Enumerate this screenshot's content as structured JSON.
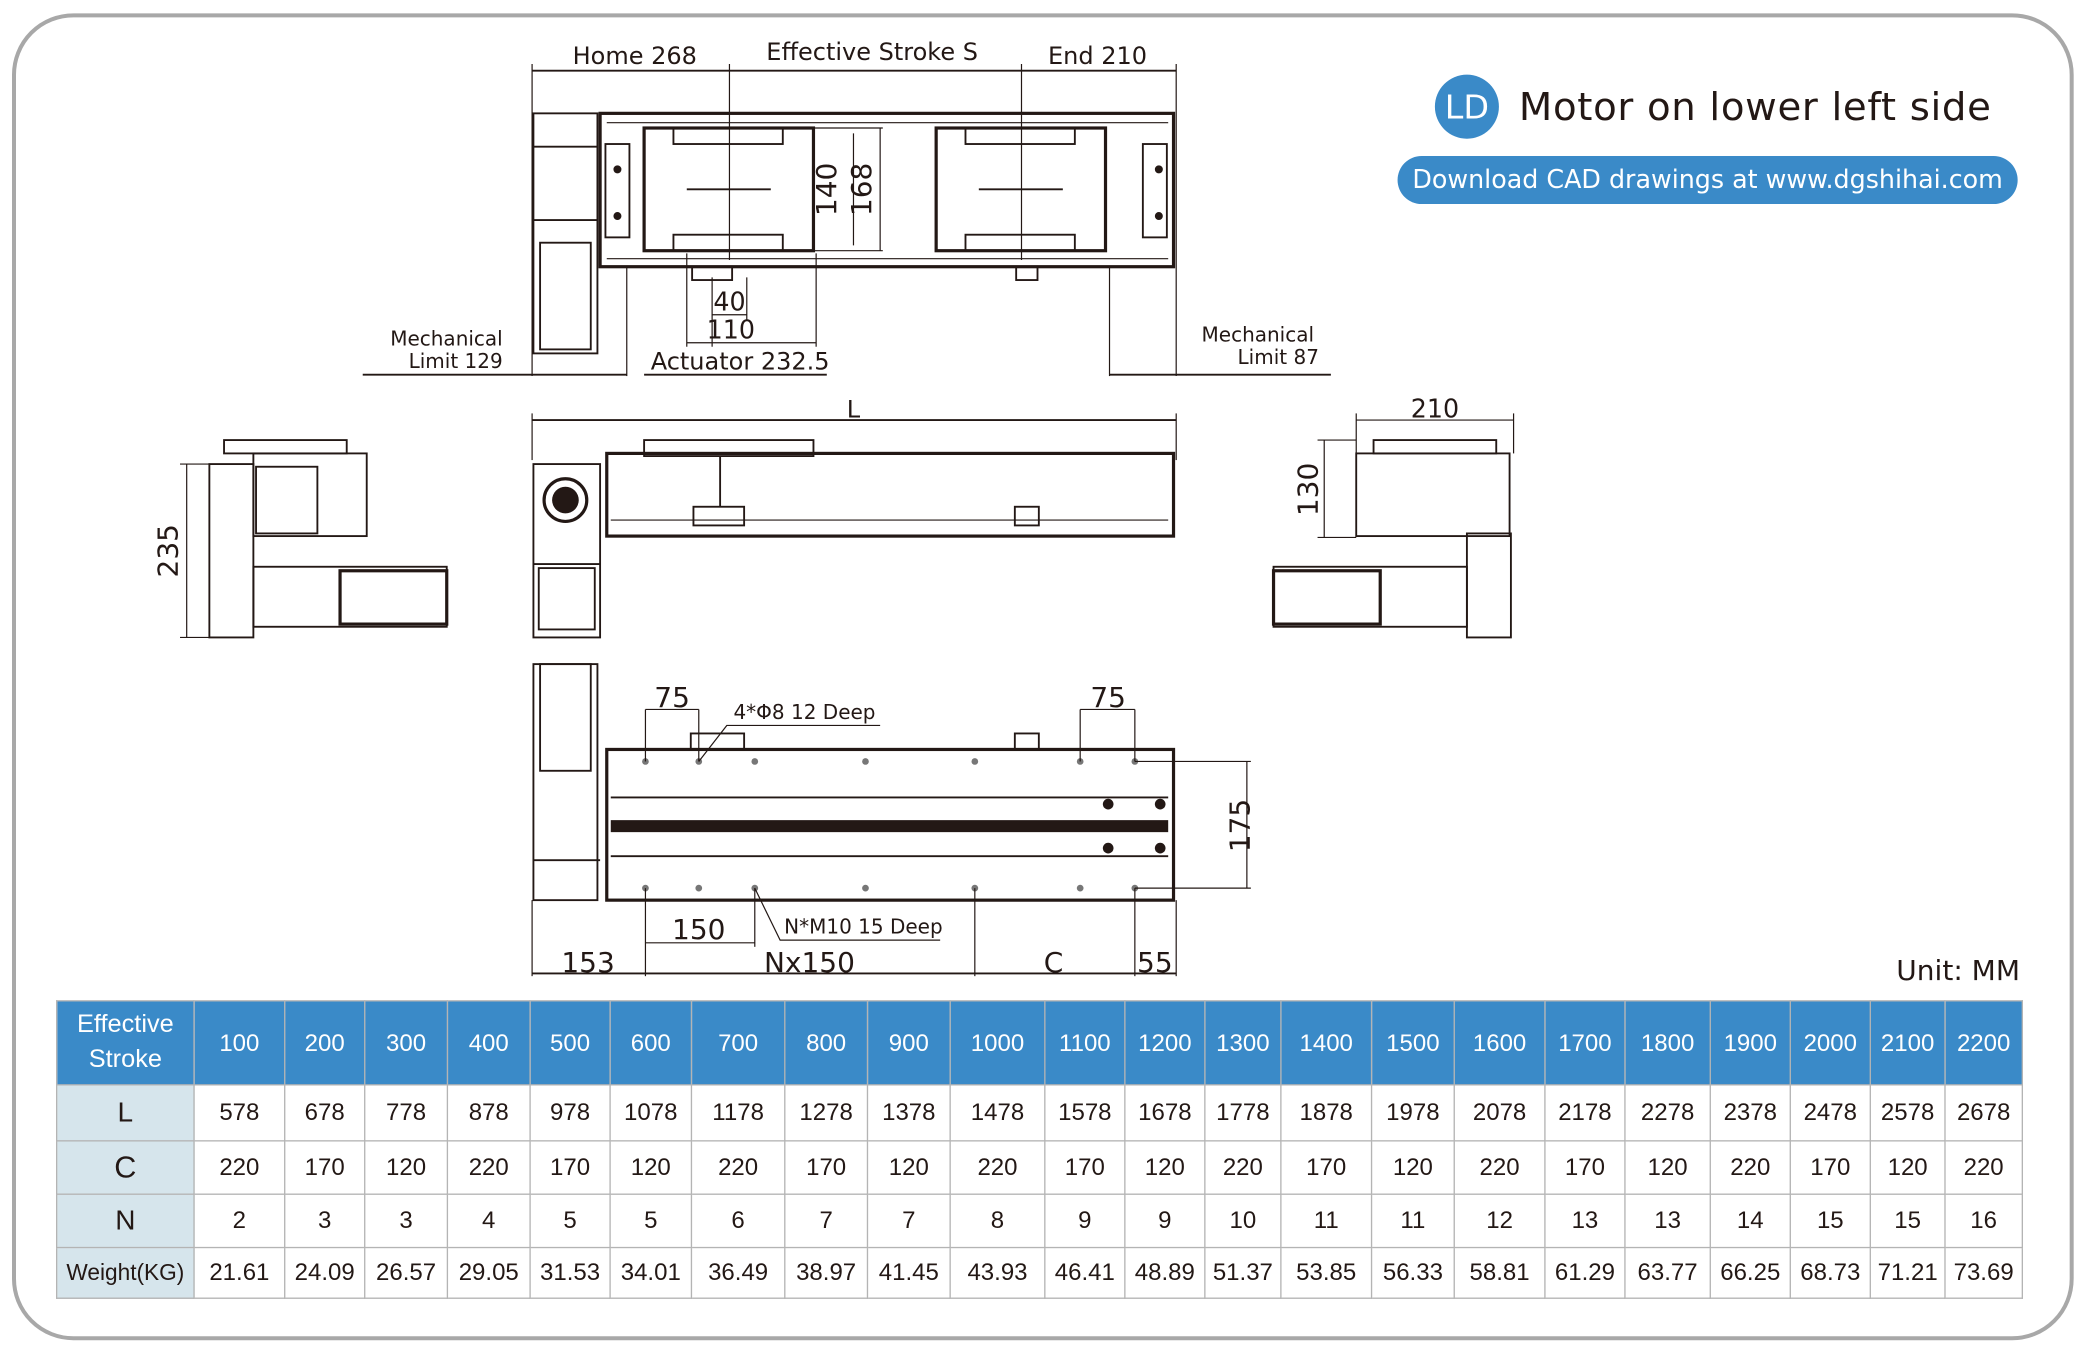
{
  "header": {
    "badge": "LD",
    "title": "Motor on lower left side",
    "cad_link": "Download CAD drawings at www.dgshihai.com",
    "unit": "Unit: MM",
    "accent_color": "#3a8ac8"
  },
  "drawing": {
    "top_view": {
      "home": "Home 268",
      "stroke": "Effective Stroke S",
      "end": "End 210",
      "dim_140": "140",
      "dim_168": "168",
      "dim_40": "40",
      "dim_110": "110",
      "actuator": "Actuator 232.5",
      "mech_limit_left_1": "Mechanical",
      "mech_limit_left_2": "Limit 129",
      "mech_limit_right_1": "Mechanical",
      "mech_limit_right_2": "Limit 87"
    },
    "side_view": {
      "dim_L": "L",
      "dim_235": "235",
      "dim_210": "210",
      "dim_130": "130"
    },
    "bottom_view": {
      "dim_75_left": "75",
      "dim_75_right": "75",
      "hole_note": "4*Φ8  12 Deep",
      "thread_note": "N*M10  15 Deep",
      "dim_150": "150",
      "dim_153": "153",
      "dim_nx150": "Nx150",
      "dim_C": "C",
      "dim_55": "55",
      "dim_175": "175"
    }
  },
  "table": {
    "row_headers": [
      "Effective Stroke",
      "L",
      "C",
      "N",
      "Weight(KG)"
    ],
    "effective_stroke": [
      "100",
      "200",
      "300",
      "400",
      "500",
      "600",
      "700",
      "800",
      "900",
      "1000",
      "1100",
      "1200",
      "1300",
      "1400",
      "1500",
      "1600",
      "1700",
      "1800",
      "1900",
      "2000",
      "2100",
      "2200"
    ],
    "L": [
      "578",
      "678",
      "778",
      "878",
      "978",
      "1078",
      "1178",
      "1278",
      "1378",
      "1478",
      "1578",
      "1678",
      "1778",
      "1878",
      "1978",
      "2078",
      "2178",
      "2278",
      "2378",
      "2478",
      "2578",
      "2678"
    ],
    "C": [
      "220",
      "170",
      "120",
      "220",
      "170",
      "120",
      "220",
      "170",
      "120",
      "220",
      "170",
      "120",
      "220",
      "170",
      "120",
      "220",
      "170",
      "120",
      "220",
      "170",
      "120",
      "220"
    ],
    "N": [
      "2",
      "3",
      "3",
      "4",
      "5",
      "5",
      "6",
      "7",
      "7",
      "8",
      "9",
      "9",
      "10",
      "11",
      "11",
      "12",
      "13",
      "13",
      "14",
      "15",
      "15",
      "16"
    ],
    "weight": [
      "21.61",
      "24.09",
      "26.57",
      "29.05",
      "31.53",
      "34.01",
      "36.49",
      "38.97",
      "41.45",
      "43.93",
      "46.41",
      "48.89",
      "51.37",
      "53.85",
      "56.33",
      "58.81",
      "61.29",
      "63.77",
      "66.25",
      "68.73",
      "71.21",
      "73.69"
    ]
  }
}
